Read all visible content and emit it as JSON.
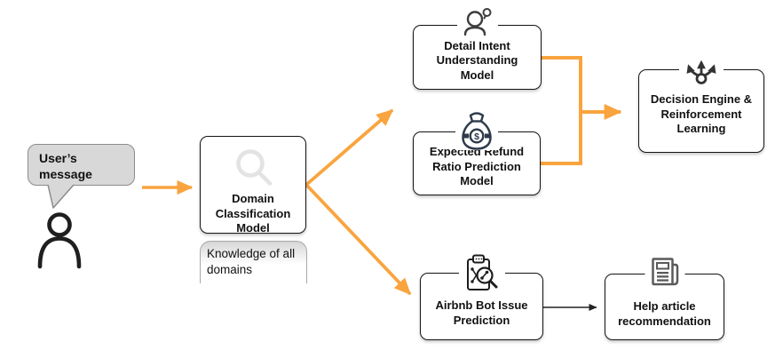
{
  "palette": {
    "arrow_orange": "#F9A43E",
    "edge_black": "#222222",
    "node_border": "#141414",
    "bubble_fill": "#D8D8D8",
    "bubble_border": "#8C8C8C",
    "moneybag_navy": "#2E3A4B",
    "watermark_gray": "#E3E3E3"
  },
  "user": {
    "bubble_text": "User’s\nmessage",
    "icons": [
      "speech-bubble",
      "person-silhouette"
    ]
  },
  "nodes": {
    "domain": {
      "label": "Domain\nClassification\nModel",
      "icon": "magnifier-icon"
    },
    "detail_intent": {
      "label": "Detail Intent\nUnderstanding\nModel",
      "icon": "person-idea-icon"
    },
    "refund": {
      "label": "Expected Refund\nRatio Prediction\nModel",
      "icon": "money-bag-icon"
    },
    "decision": {
      "label": "Decision Engine &\nReinforcement\nLearning",
      "icon": "branch-arrows-icon"
    },
    "airbnb": {
      "label": "Airbnb Bot Issue\nPrediction",
      "icon": "clipboard-search-icon"
    },
    "help": {
      "label": "Help article\nrecommendation",
      "icon": "news-article-icon"
    }
  },
  "notes": {
    "domain_note": "Knowledge of all\ndomains"
  },
  "edges": [
    {
      "from": "user-message",
      "to": "domain",
      "color": "orange"
    },
    {
      "from": "domain",
      "to": "detail_intent",
      "color": "orange"
    },
    {
      "from": "domain",
      "to": "airbnb",
      "color": "orange"
    },
    {
      "from": "detail_intent",
      "to": "decision",
      "color": "orange"
    },
    {
      "from": "refund",
      "to": "decision",
      "color": "orange"
    },
    {
      "from": "airbnb",
      "to": "help",
      "color": "black"
    }
  ]
}
